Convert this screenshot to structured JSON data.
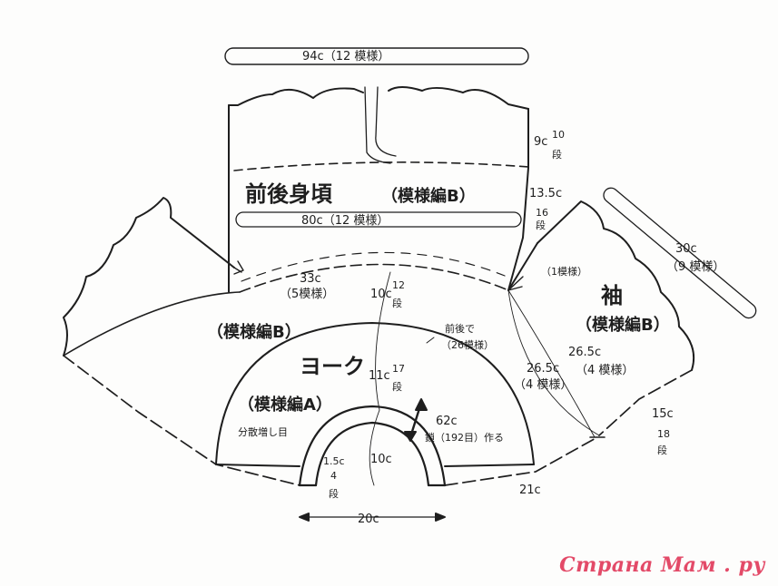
{
  "labels": {
    "top_width": "94c（12 模様）",
    "body_title": "前後身頃",
    "body_pattern": "（模様編B）",
    "body_inner_width": "80c（12 模様）",
    "body_top_h_cm": "9c",
    "body_top_h_rows_num": "10",
    "body_top_h_rows_unit": "段",
    "body_mid_h_cm": "13.5c",
    "body_mid_h_rows_num": "16",
    "body_mid_h_rows_unit": "段",
    "yoke_arc_cm": "33c",
    "yoke_arc_pat": "（5模様）",
    "yoke_outer_h_cm": "10c",
    "yoke_outer_h_rows_num": "12",
    "yoke_outer_h_rows_unit": "段",
    "yoke_outer_pattern": "（模様編B）",
    "around_label": "前後で",
    "around_pat": "（26模様）",
    "yoke_title": "ヨーク",
    "yoke_mid_h_cm": "11c",
    "yoke_mid_h_rows_num": "17",
    "yoke_mid_h_rows_unit": "段",
    "yoke_pattern": "（模様編A）",
    "increase_note": "分散増し目",
    "cast_on_cm": "62c",
    "cast_on_note": "鎖（192目）作る",
    "neck_h_cm": "1.5c",
    "neck_h_rows_num": "4",
    "neck_h_rows_unit": "段",
    "inner_h_cm": "10c",
    "neck_width": "20c",
    "right_bottom_cm": "21c",
    "sleeve_title": "袖",
    "sleeve_pattern": "（模様編B）",
    "sleeve_one_pat": "（1模様）",
    "sleeve_width_cm": "30c",
    "sleeve_width_pat": "（9 模様）",
    "sleeve_a_cm": "26.5c",
    "sleeve_a_pat": "（4 模様）",
    "sleeve_b_cm": "26.5c",
    "sleeve_b_pat": "（4 模様）",
    "sleeve_h_cm": "15c",
    "sleeve_h_rows_num": "18",
    "sleeve_h_rows_unit": "段"
  },
  "watermark": "Страна Мам . ру",
  "colors": {
    "ink": "#1e1e1e",
    "paper": "#fdfdfc",
    "watermark": "#e34a68"
  }
}
